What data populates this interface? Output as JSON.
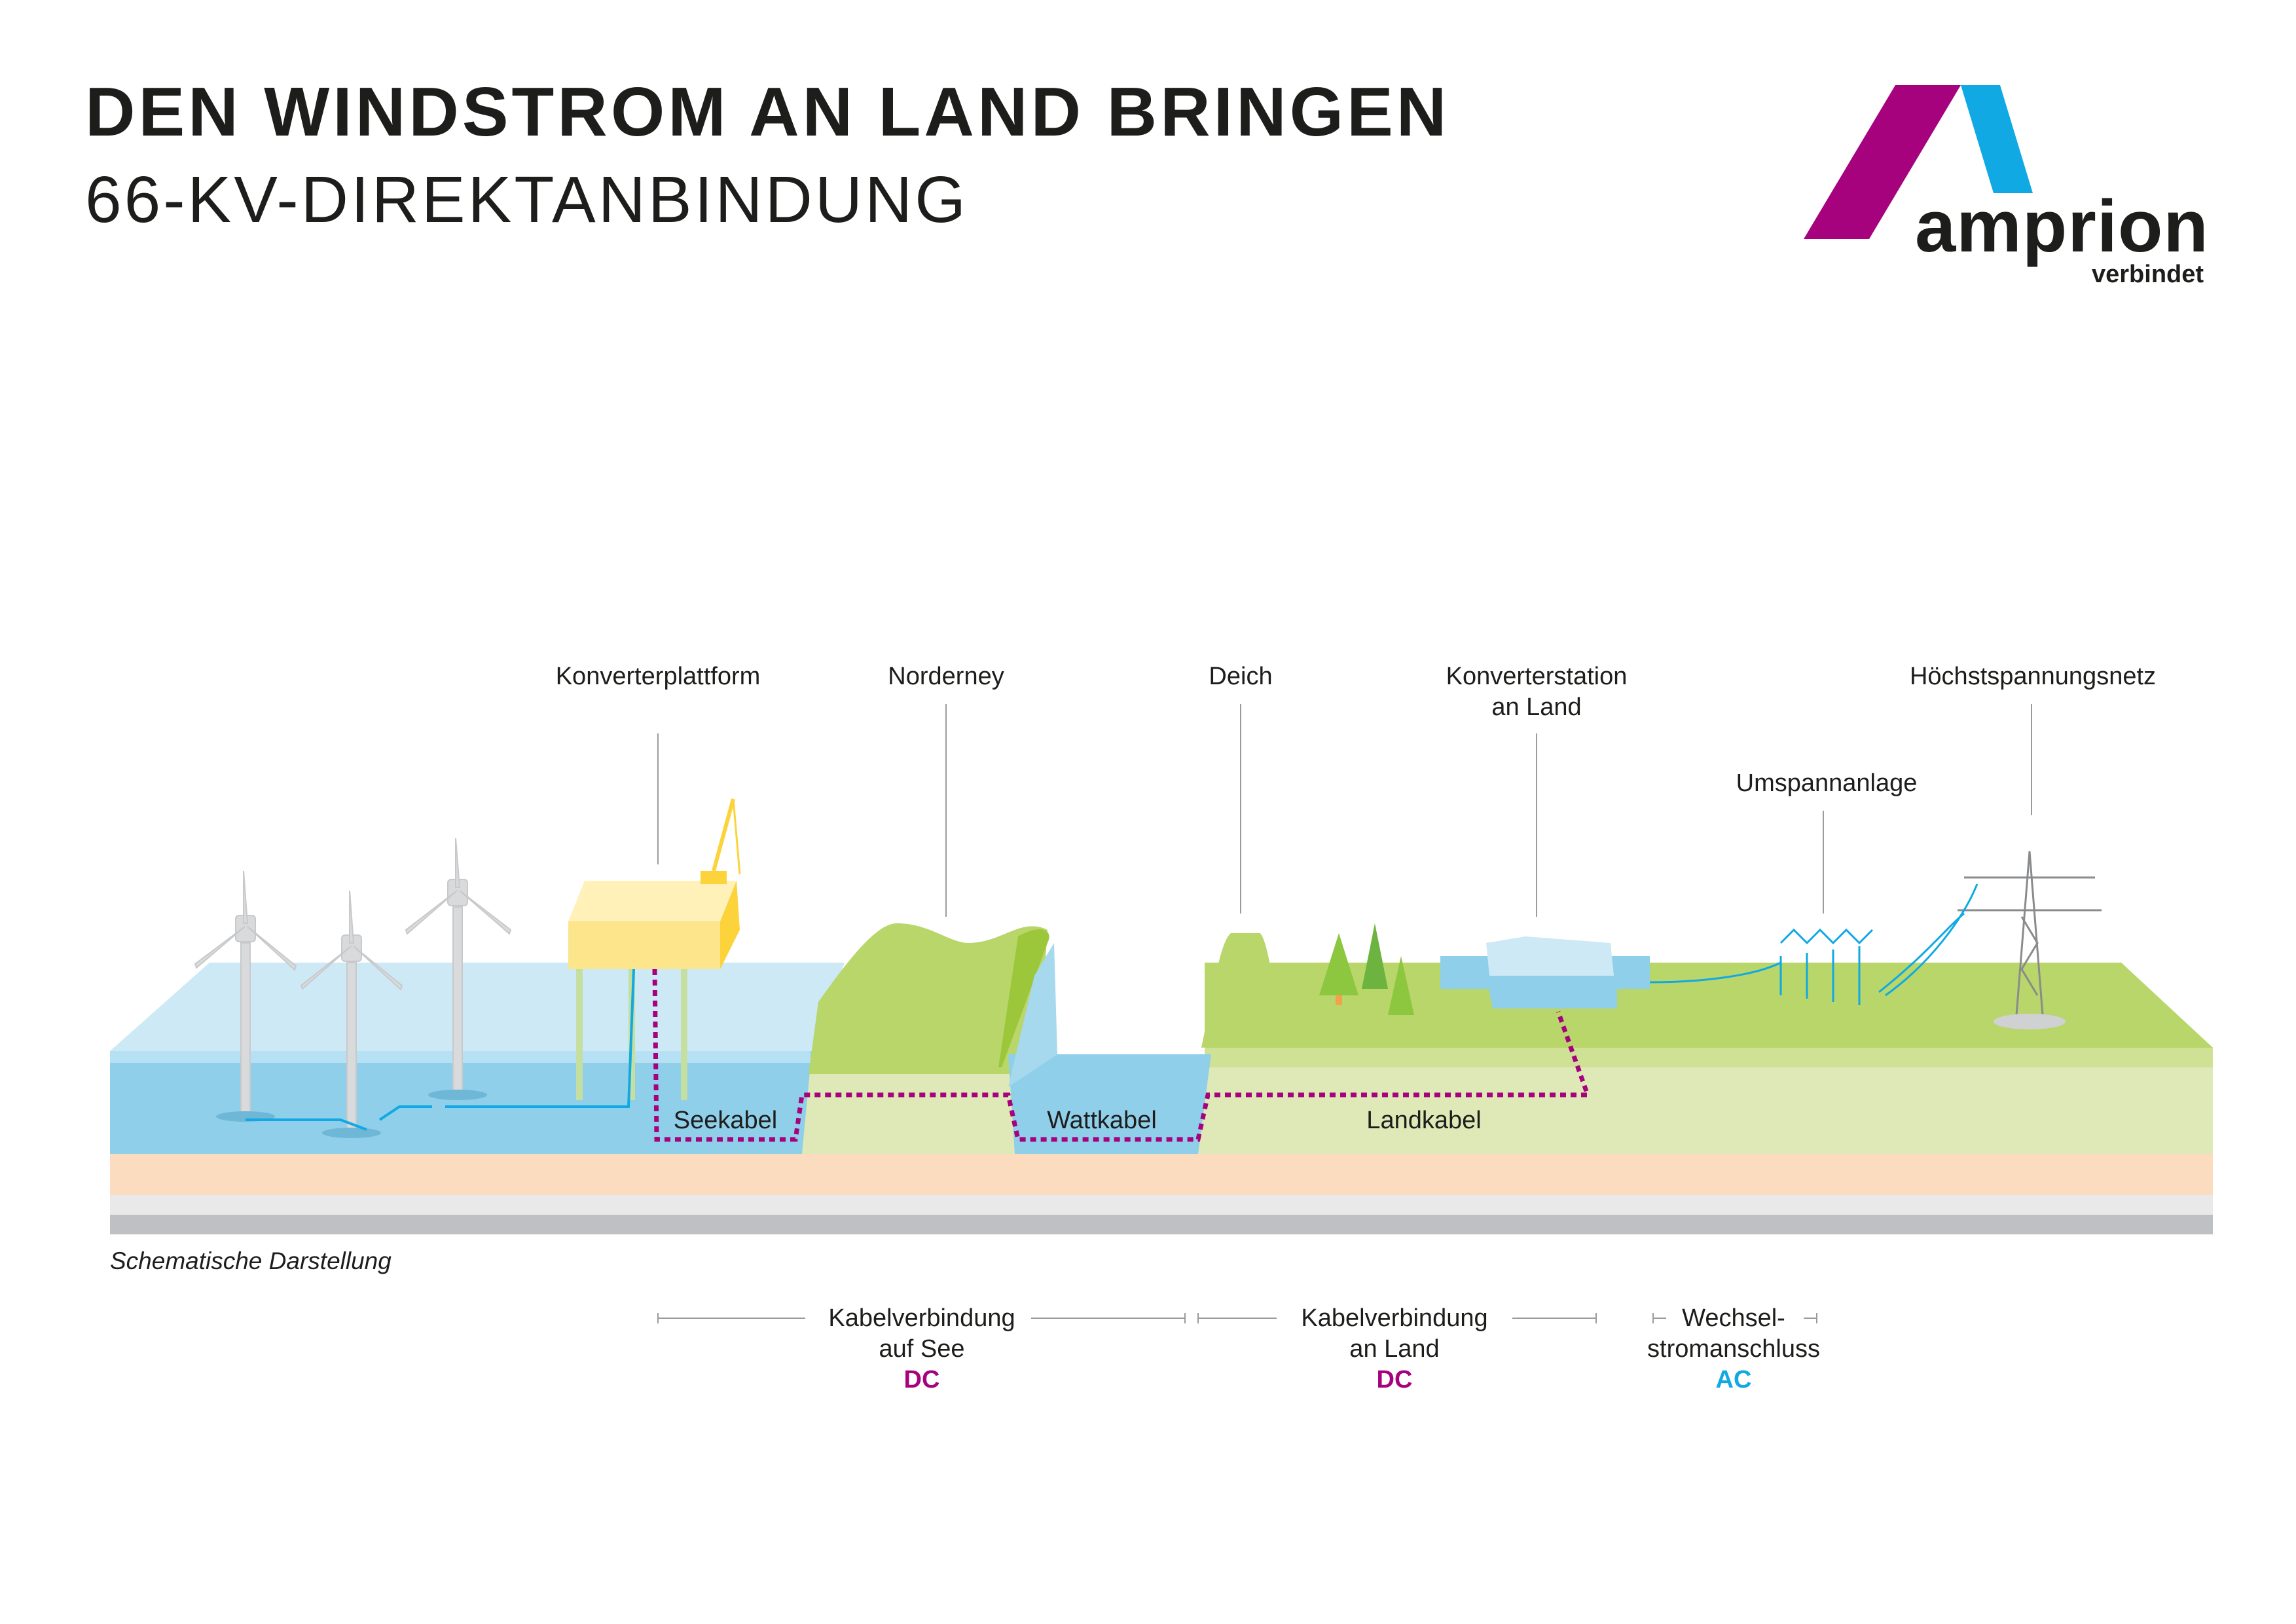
{
  "header": {
    "title": "DEN WINDSTROM AN LAND BRINGEN",
    "subtitle": "66-KV-DIREKTANBINDUNG"
  },
  "logo": {
    "wordmark": "amprion",
    "tagline": "verbindet",
    "colors": {
      "left_stroke": "#a6027d",
      "right_stroke": "#10a9e3"
    }
  },
  "labels": {
    "konverterplattform": "Konverterplattform",
    "norderney": "Norderney",
    "deich": "Deich",
    "konverterstation_line1": "Konverterstation",
    "konverterstation_line2": "an Land",
    "umspannanlage": "Umspannanlage",
    "hoechstspannungsnetz": "Höchstspannungsnetz",
    "seekabel": "Seekabel",
    "wattkabel": "Wattkabel",
    "landkabel": "Landkabel"
  },
  "note": "Schematische Darstellung",
  "segments": [
    {
      "line1": "Kabelverbindung",
      "line2": "auf See",
      "type": "DC"
    },
    {
      "line1": "Kabelverbindung",
      "line2": "an Land",
      "type": "DC"
    },
    {
      "line1": "Wechsel-",
      "line2": "stromanschluss",
      "type": "AC"
    }
  ],
  "colors": {
    "dc": "#a6027d",
    "ac": "#10a9e3",
    "sea": "#8fcfea",
    "land": "#b8d66a",
    "soil": "#dfe9b7",
    "sand": "#fbdcbf",
    "bedrock": "#bfc0c3"
  }
}
